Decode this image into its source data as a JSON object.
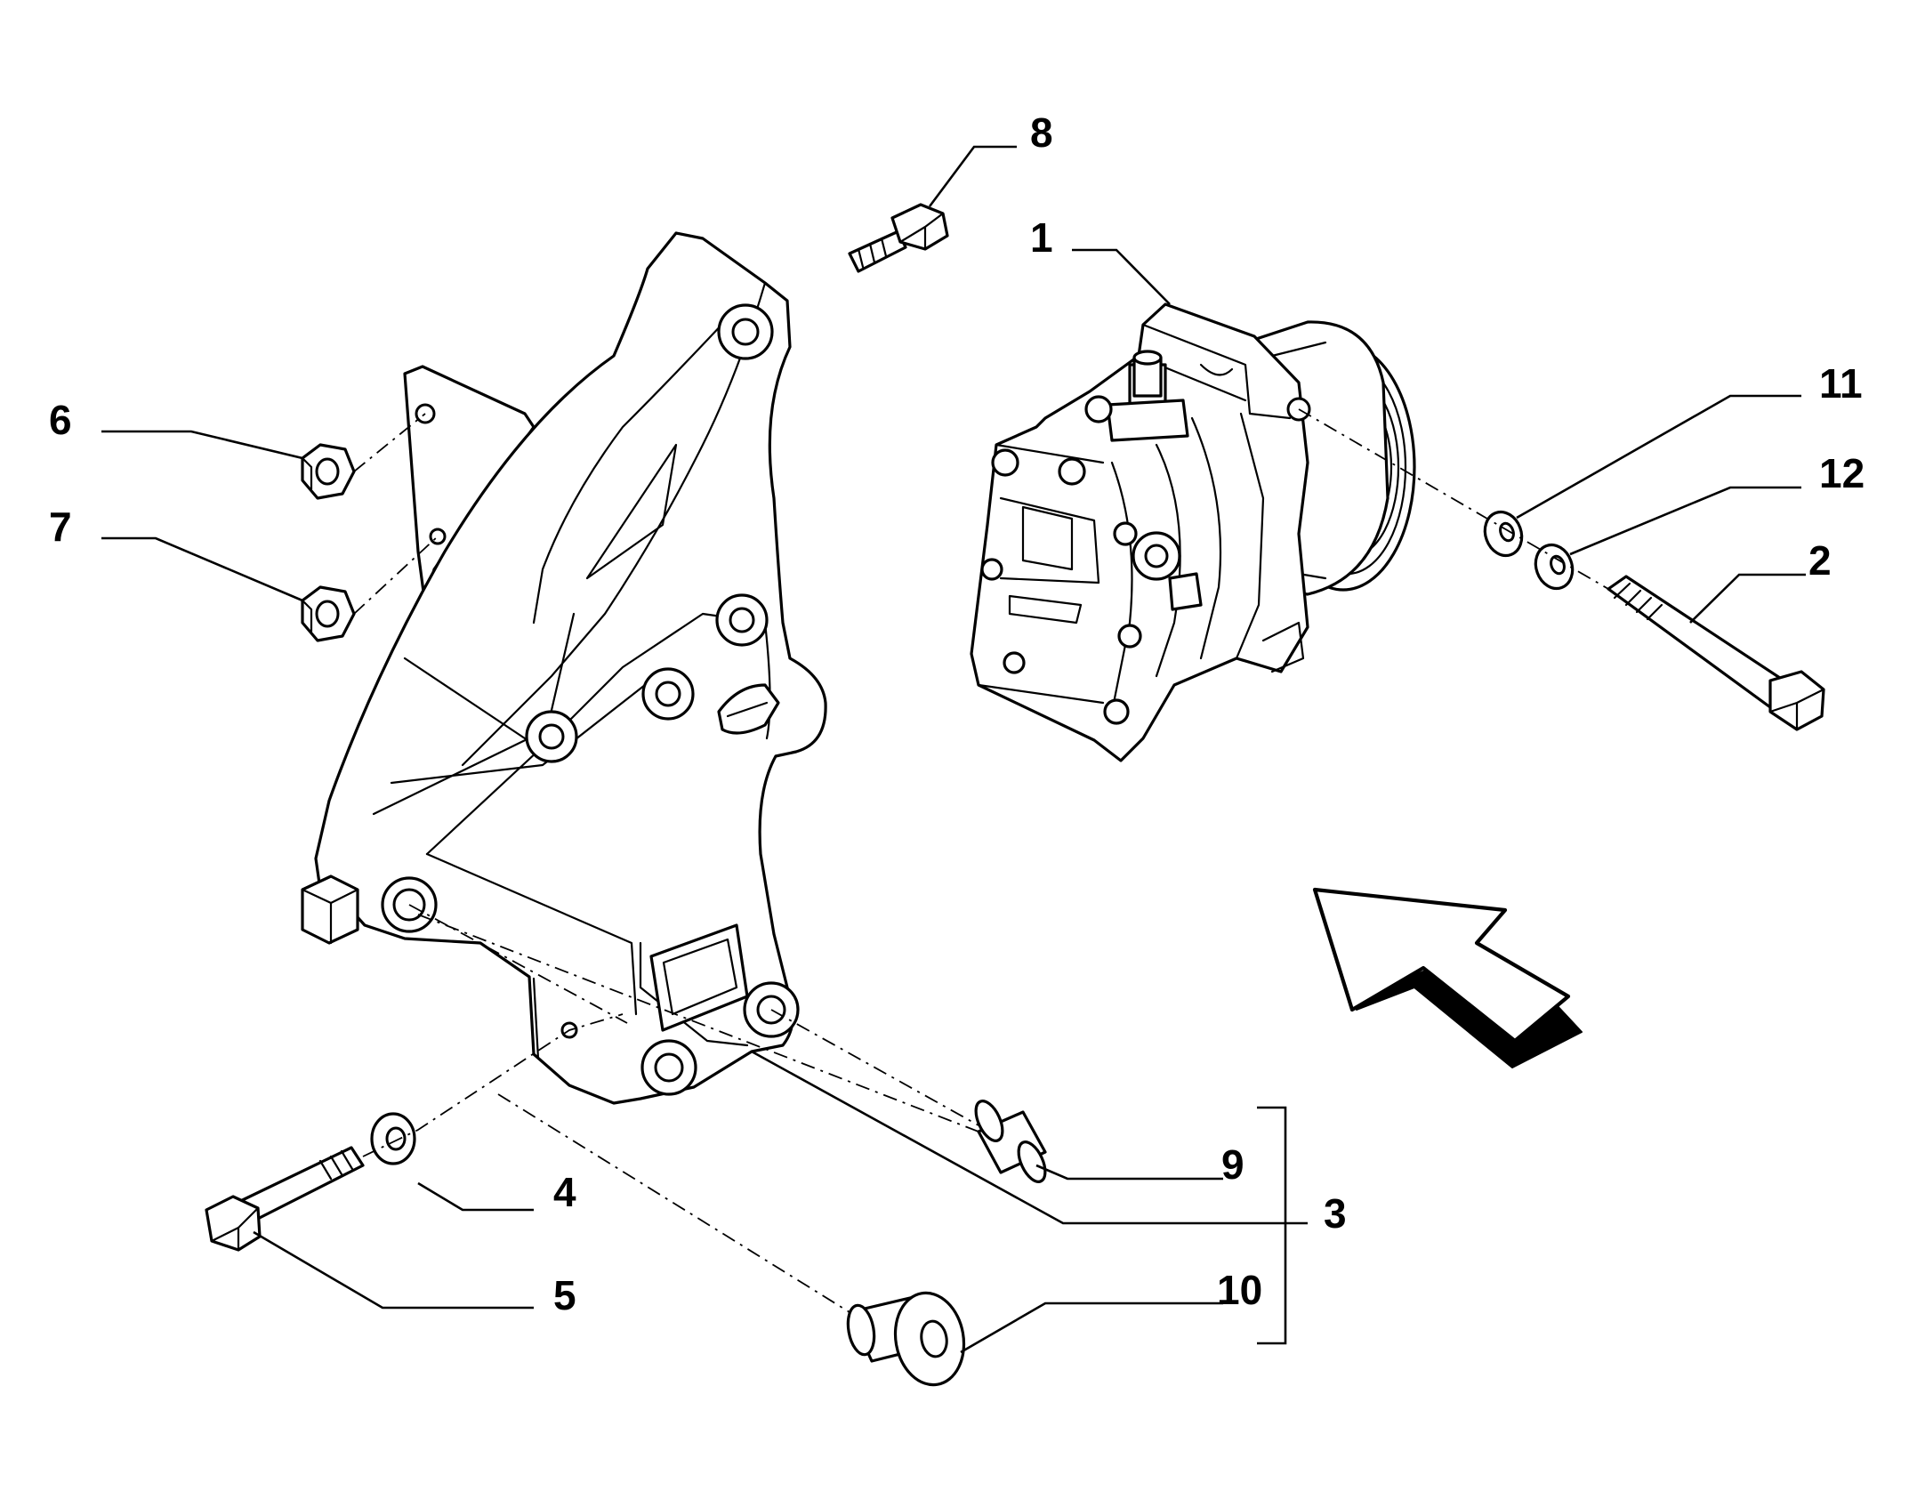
{
  "diagram": {
    "callouts": [
      "1",
      "2",
      "3",
      "4",
      "5",
      "6",
      "7",
      "8",
      "9",
      "10",
      "11",
      "12"
    ]
  },
  "colors": {
    "line": "#000000",
    "background": "#ffffff"
  }
}
